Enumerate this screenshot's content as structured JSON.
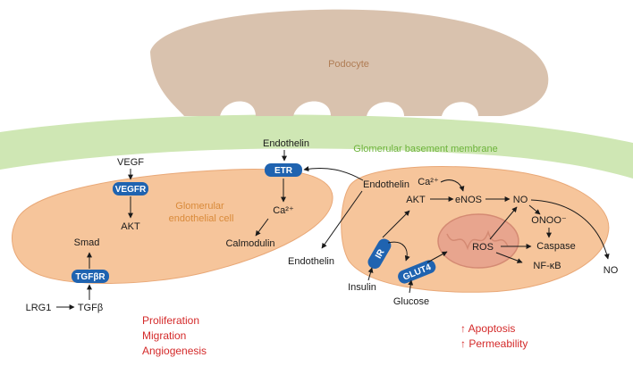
{
  "colors": {
    "podocyte_fill": "#d9c2ae",
    "membrane_fill": "#cfe7b4",
    "cell_fill": "#f6c59b",
    "receptor_fill": "#1f63b0",
    "mitochondrion_fill": "#e8a58e",
    "label_orange": "#d98a3a",
    "label_green": "#6cb33a",
    "label_red": "#d42a2a"
  },
  "structures": {
    "podocyte": "Podocyte",
    "membrane": "Glomerular basement membrane",
    "endothelial_cell": "Glomerular\nendothelial cell"
  },
  "receptors": {
    "vegfr": "VEGFR",
    "etr": "ETR",
    "tgfbr": "TGFβR",
    "ir": "IR",
    "glut4": "GLUT4"
  },
  "left_cell": {
    "vegf": "VEGF",
    "akt": "AKT",
    "smad": "Smad",
    "lrg1": "LRG1",
    "tgfb": "TGFβ",
    "endothelin_top": "Endothelin",
    "ca": "Ca²⁺",
    "calmodulin": "Calmodulin",
    "endothelin_bottom": "Endothelin"
  },
  "right_cell": {
    "endothelin": "Endothelin",
    "ca": "Ca²⁺",
    "akt": "AKT",
    "enos": "eNOS",
    "no": "NO",
    "onoo": "ONOO⁻",
    "ros": "ROS",
    "caspase": "Caspase",
    "nfkb": "NF-κB",
    "insulin": "Insulin",
    "glucose": "Glucose",
    "no_outside": "NO"
  },
  "outcomes": {
    "left": [
      "Proliferation",
      "Migration",
      "Angiogenesis"
    ],
    "right": [
      "↑ Apoptosis",
      "↑ Permeability"
    ]
  }
}
